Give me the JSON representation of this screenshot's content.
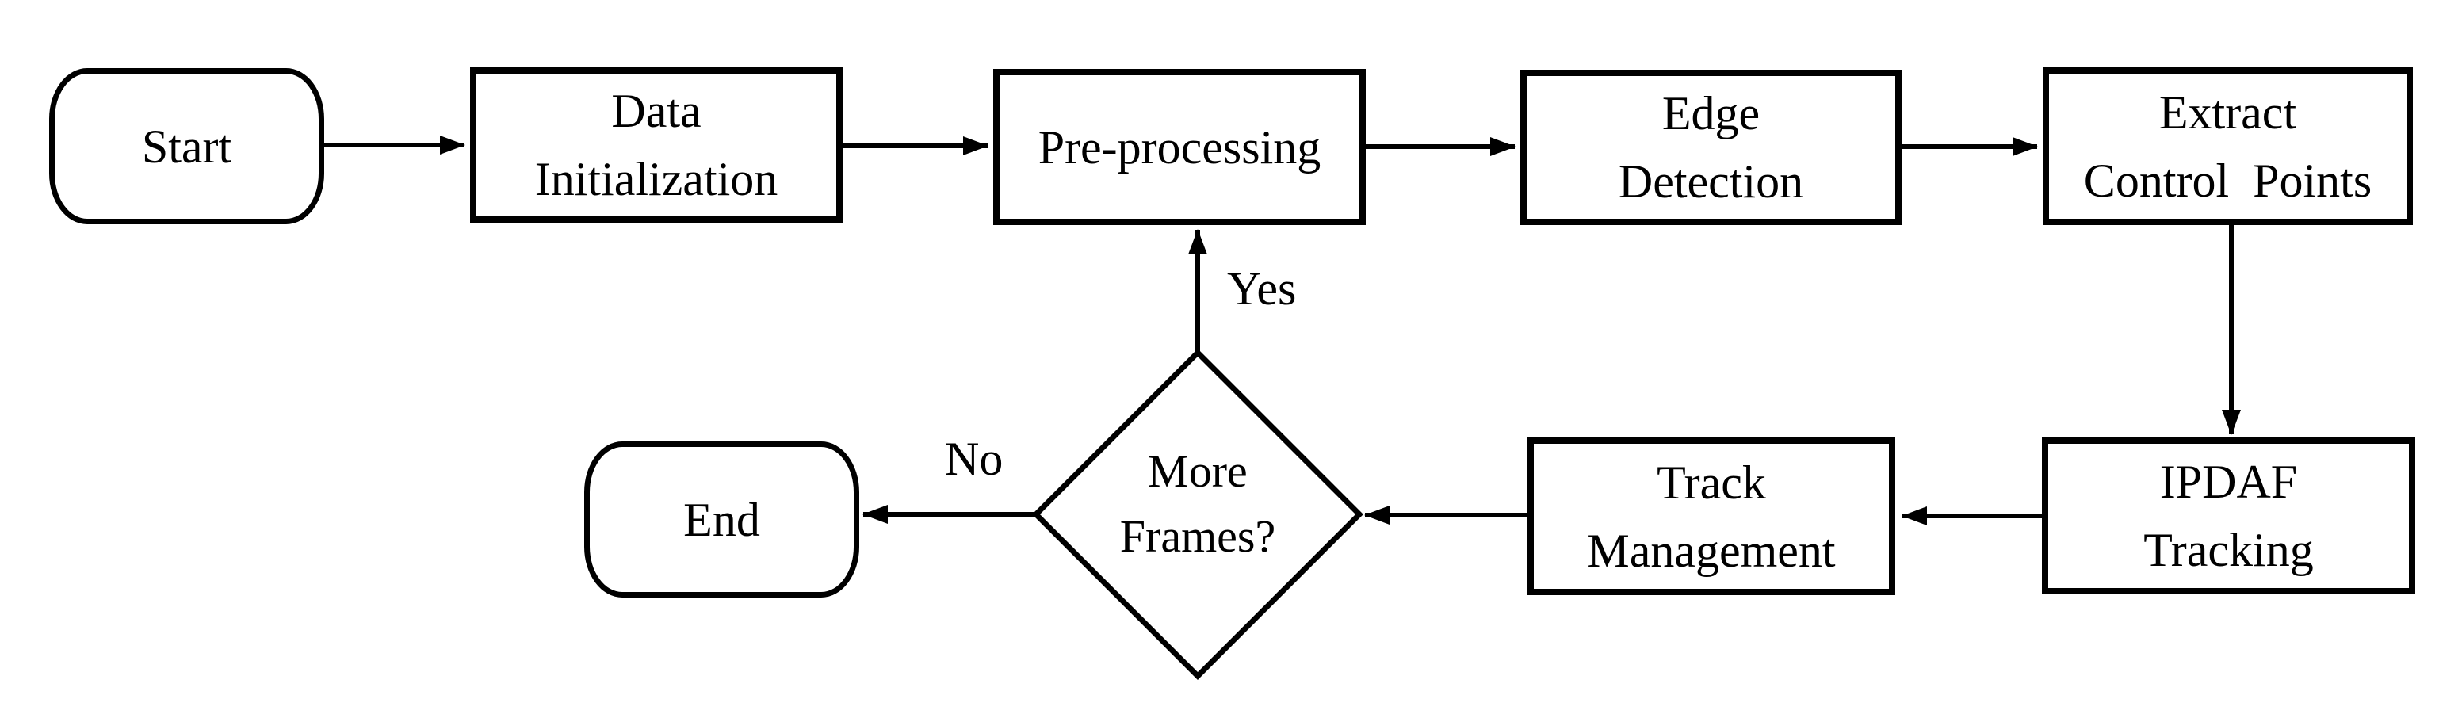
{
  "canvas": {
    "background": "#ffffff",
    "line_color": "#000000",
    "text_color": "#000000"
  },
  "nodes": {
    "start": {
      "type": "terminator",
      "label": "Start"
    },
    "data_initialization": {
      "type": "process",
      "line1": "Data",
      "line2": "Initialization"
    },
    "pre_processing": {
      "type": "process",
      "line1": "Pre-processing"
    },
    "edge_detection": {
      "type": "process",
      "line1": "Edge",
      "line2": "Detection"
    },
    "extract_control_points": {
      "type": "process",
      "line1": "Extract",
      "line2": "Control  Points"
    },
    "ipdaf_tracking": {
      "type": "process",
      "line1": "IPDAF",
      "line2": "Tracking"
    },
    "track_management": {
      "type": "process",
      "line1": "Track",
      "line2": "Management"
    },
    "more_frames": {
      "type": "decision",
      "line1": "More",
      "line2": "Frames?"
    },
    "end": {
      "type": "terminator",
      "label": "End"
    }
  },
  "edge_labels": {
    "yes": "Yes",
    "no": "No"
  },
  "edges": [
    {
      "from": "start",
      "to": "data_initialization"
    },
    {
      "from": "data_initialization",
      "to": "pre_processing"
    },
    {
      "from": "pre_processing",
      "to": "edge_detection"
    },
    {
      "from": "edge_detection",
      "to": "extract_control_points"
    },
    {
      "from": "extract_control_points",
      "to": "ipdaf_tracking"
    },
    {
      "from": "ipdaf_tracking",
      "to": "track_management"
    },
    {
      "from": "track_management",
      "to": "more_frames"
    },
    {
      "from": "more_frames",
      "to": "pre_processing",
      "label": "Yes"
    },
    {
      "from": "more_frames",
      "to": "end",
      "label": "No"
    }
  ]
}
